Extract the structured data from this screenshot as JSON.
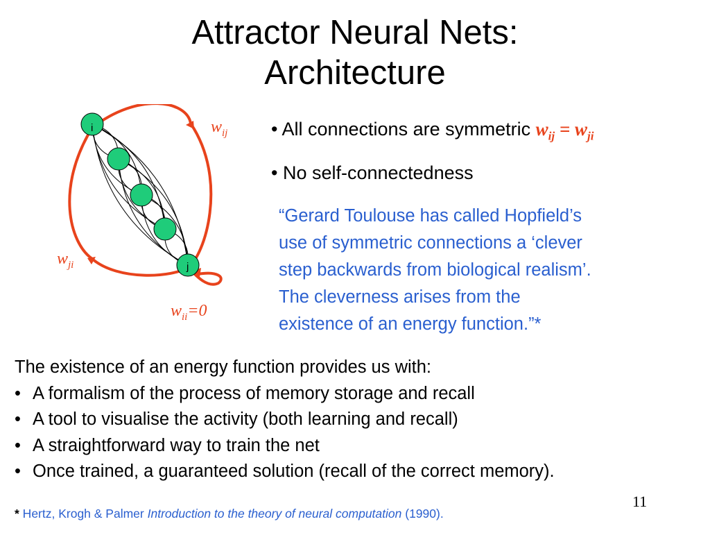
{
  "slide": {
    "title_line1": "Attractor Neural Nets:",
    "title_line2": "Architecture",
    "page_number": "11"
  },
  "diagram": {
    "label_wij": {
      "base": "w",
      "sub": "ij"
    },
    "label_wji": {
      "base": "w",
      "sub": "ji"
    },
    "label_wii": {
      "base": "w",
      "sub": "ii",
      "suffix": "=0"
    },
    "node_top_label": "i",
    "node_bottom_label": "j",
    "colors": {
      "node_fill": "#1fcc7a",
      "arc_color": "#e8431c",
      "edge_color": "#000000"
    }
  },
  "bullets_top": [
    {
      "text": "• All connections are symmetric ",
      "formula": {
        "lhs_base": "w",
        "lhs_sub": "ij",
        "eq": " = ",
        "rhs_base": "w",
        "rhs_sub": "ji"
      }
    },
    {
      "text": "• No self-connectedness"
    }
  ],
  "quote_lines": [
    "“Gerard Toulouse has called Hopfield’s",
    "use of symmetric connections a ‘clever",
    "step backwards from biological realism’.",
    "The cleverness arises from the",
    "existence of an energy function.”*"
  ],
  "energy": {
    "intro": "The existence of an energy function provides us with:",
    "items": [
      "A formalism of the process of memory storage and recall",
      "A tool to visualise the activity (both learning and recall)",
      "A straightforward way to train the net",
      "Once trained, a guaranteed solution (recall of the correct memory)."
    ]
  },
  "footnote": {
    "star": "*",
    "authors": " Hertz, Krogh & Palmer ",
    "title": "Introduction to the theory of neural computation",
    "year": " (1990)."
  },
  "colors": {
    "red": "#e8431c",
    "blue": "#2a5fcf"
  }
}
